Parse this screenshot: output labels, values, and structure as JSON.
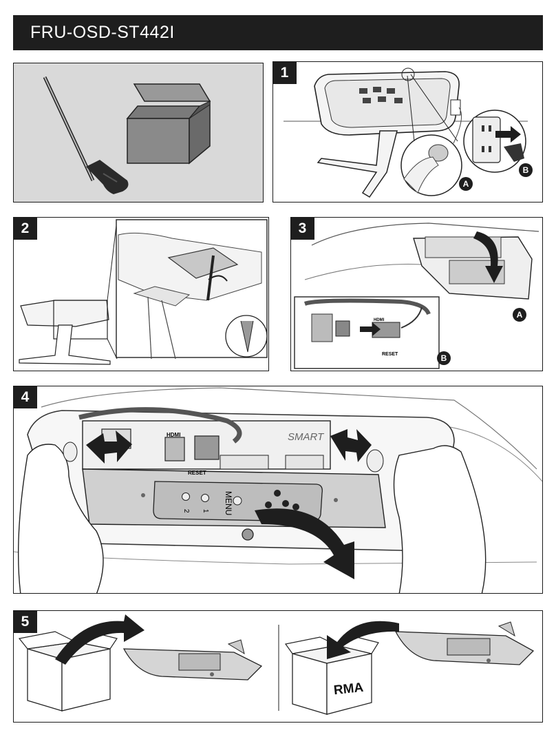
{
  "title": "FRU-OSD-ST442I",
  "steps": {
    "s1": "1",
    "s2": "2",
    "s3": "3",
    "s4": "4",
    "s5": "5"
  },
  "callouts": {
    "s1_a": "A",
    "s1_b": "B",
    "s3_a": "A",
    "s3_b": "B"
  },
  "labels": {
    "hdmi": "HDMI",
    "reset": "RESET",
    "smart": "SMART",
    "menu": "MENU",
    "btn_1": "1",
    "btn_2": "2",
    "rma": "RMA"
  },
  "colors": {
    "panel_gray": "#d9d9d9",
    "title_bg": "#1e1e1e",
    "arrow": "#1e1e1e"
  },
  "icons": [
    "screwdriver-icon",
    "toolbox-icon",
    "power-button-icon",
    "power-outlet-icon",
    "unplug-arrow-icon",
    "box-icon"
  ]
}
